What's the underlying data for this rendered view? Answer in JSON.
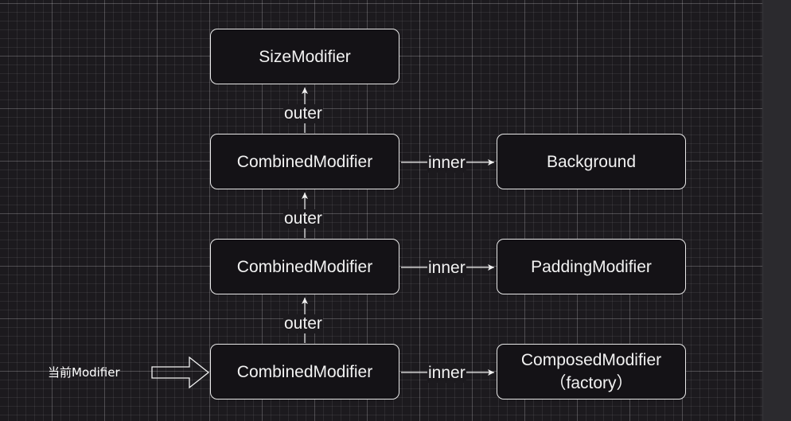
{
  "diagram": {
    "nodes": {
      "size_modifier": "SizeModifier",
      "combined_top": "CombinedModifier",
      "combined_middle": "CombinedModifier",
      "combined_bottom": "CombinedModifier",
      "background": "Background",
      "padding_modifier": "PaddingModifier",
      "composed_modifier_line1": "ComposedModifier",
      "composed_modifier_line2": "（factory）"
    },
    "edges": {
      "outer_1": "outer",
      "outer_2": "outer",
      "outer_3": "outer",
      "inner_1": "inner",
      "inner_2": "inner",
      "inner_3": "inner"
    },
    "current_pointer_label": "当前Modifier"
  },
  "colors": {
    "canvas_bg": "#1c1a1e",
    "node_fill": "#141216",
    "stroke": "#e8e8e8",
    "text": "#f2f2f2"
  }
}
